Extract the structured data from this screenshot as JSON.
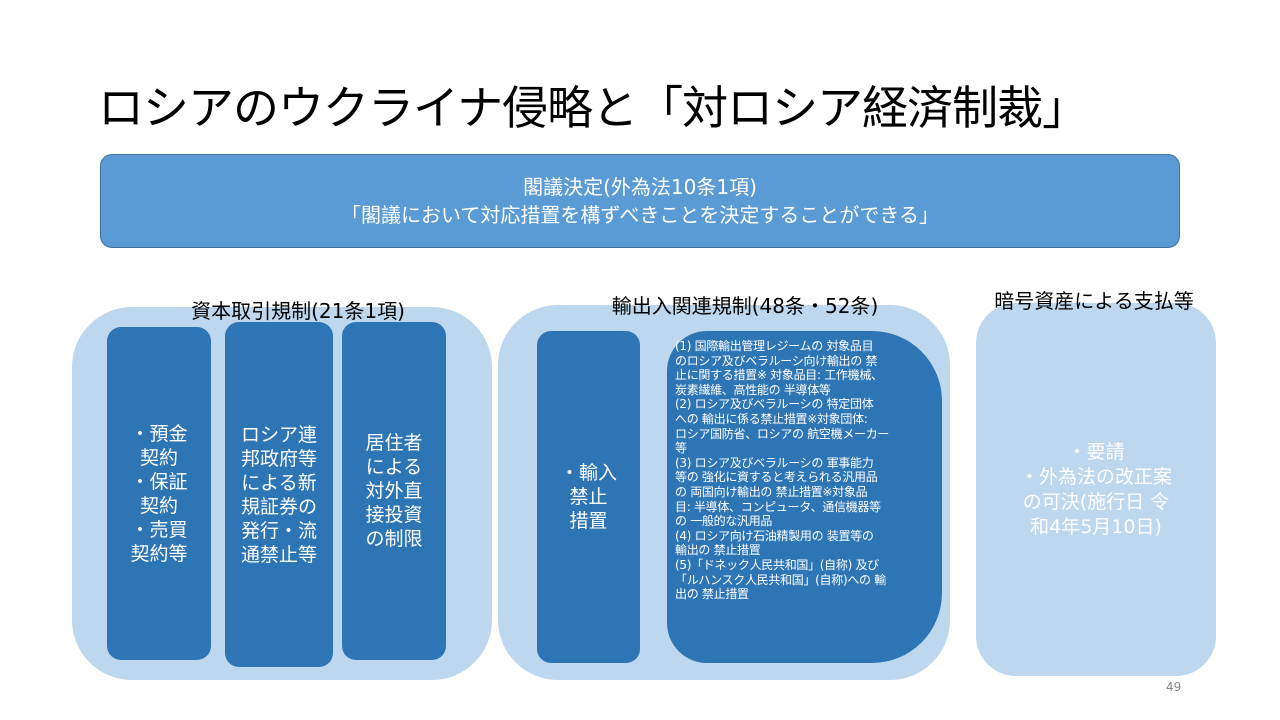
{
  "title": "ロシアのウクライナ侵略と「対ロシア経済制裁」",
  "top_box": {
    "line1": "閣議決定(外為法10条1項)",
    "line2": "「閣議において対応措置を構ずべきことを決定することができる」"
  },
  "groups": [
    {
      "label": "資本取引規制(21条1項)",
      "boxes": [
        {
          "lines": [
            "・預金",
            "契約",
            "・保証",
            "契約",
            "・売買",
            "契約等"
          ]
        },
        {
          "lines": [
            "ロシア連",
            "邦政府等",
            "による新",
            "規証券の",
            "発行・流",
            "通禁止等"
          ]
        },
        {
          "lines": [
            "居住者",
            "による",
            "対外直",
            "接投資",
            "の制限"
          ]
        }
      ]
    },
    {
      "label": "輸出入関連規制(48条・52条)",
      "boxes": [
        {
          "lines": [
            "・輸入",
            "禁止",
            "措置"
          ]
        }
      ],
      "detail_lines": [
        "(1) 国際輸出管理レジームの 対象品目",
        "のロシア及びベラルーシ向け輸出の 禁",
        "止に関する措置※ 対象品目: 工作機械、",
        "炭素繊維、高性能の 半導体等",
        "(2) ロシア及びベラルーシの 特定団体",
        "への 輸出に係る禁止措置※対象団体:",
        "ロシア国防省、ロシアの 航空機メーカー",
        "等",
        "(3) ロシア及びベラルーシの 軍事能力",
        "等の 強化に資すると考えられる汎用品",
        "の 両国向け輸出の 禁止措置※対象品",
        "目: 半導体、コンピュータ、通信機器等",
        "の 一般的な汎用品",
        "(4) ロシア向け石油精製用の 装置等の",
        "輸出の 禁止措置",
        "(5)「ドネック人民共和国」(自称) 及び",
        "「ルハンスク人民共和国」(自称)への 輸",
        "出の 禁止措置"
      ]
    },
    {
      "label": "暗号資産による支払等",
      "lines": [
        "・要請",
        "・外為法の改正案",
        "の可決(施行日 令",
        "和4年5月10日)"
      ]
    }
  ],
  "page_number": "49",
  "colors": {
    "top_box": "#5b9bd5",
    "group_bg": "#bdd7ee",
    "inner_box": "#2e75b6"
  }
}
